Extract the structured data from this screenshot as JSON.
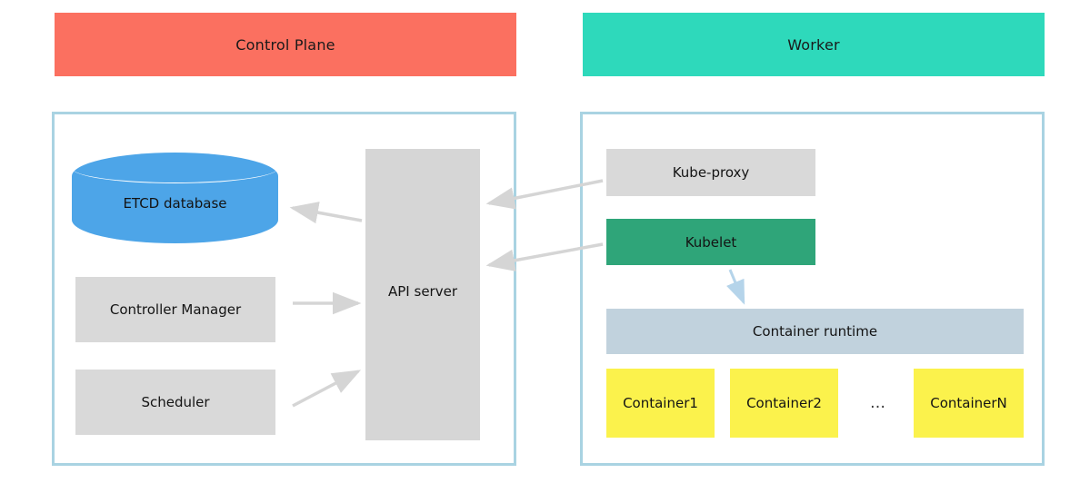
{
  "diagram": {
    "title_control_plane": "Control Plane",
    "title_worker": "Worker",
    "colors": {
      "control_plane_banner": "#fb7060",
      "worker_banner": "#2ed9bb",
      "panel_border": "#a9d3e2",
      "etcd": "#4da5e8",
      "gray_node": "#d9d9d9",
      "api_server": "#d6d6d6",
      "kubelet": "#2fa579",
      "container_runtime": "#c1d2dd",
      "container": "#fbf24c",
      "arrow_gray": "#d5d5d5",
      "arrow_blue": "#b5d4ea"
    }
  },
  "control_plane": {
    "etcd_label": "ETCD database",
    "controller_manager_label": "Controller Manager",
    "scheduler_label": "Scheduler",
    "api_server_label": "API server"
  },
  "worker": {
    "kube_proxy_label": "Kube-proxy",
    "kubelet_label": "Kubelet",
    "container_runtime_label": "Container runtime",
    "containers": [
      {
        "label": "Container1"
      },
      {
        "label": "Container2"
      },
      {
        "label": "ContainerN"
      }
    ],
    "containers_ellipsis": "…"
  },
  "connections": [
    {
      "from": "API server",
      "to": "ETCD database",
      "direction": "left"
    },
    {
      "from": "Controller Manager",
      "to": "API server",
      "direction": "right"
    },
    {
      "from": "Scheduler",
      "to": "API server",
      "direction": "right"
    },
    {
      "from": "Kube-proxy",
      "to": "API server",
      "direction": "left"
    },
    {
      "from": "Kubelet",
      "to": "API server",
      "direction": "left"
    },
    {
      "from": "Kubelet",
      "to": "Container runtime",
      "direction": "down"
    }
  ]
}
